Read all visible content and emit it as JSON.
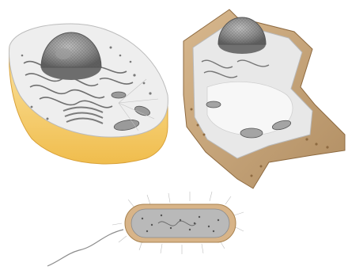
{
  "figure": {
    "panels": [
      {
        "id": "animal-cell",
        "icon": "animal-cell-illustration"
      },
      {
        "id": "plant-cell",
        "icon": "plant-cell-illustration"
      },
      {
        "id": "bacterium",
        "icon": "bacterial-cell-illustration"
      }
    ],
    "colors": {
      "animal_membrane": "#f3c85f",
      "animal_membrane_light": "#fbe4a3",
      "cytoplasm": "#ececec",
      "nucleus": "#8a8a8a",
      "organelle": "#6f6f6f",
      "plant_wall": "#c9a57a",
      "plant_wall_dark": "#a98559",
      "plant_cytoplasm": "#e6e6e6",
      "bacterium_capsule": "#d8b488",
      "bacterium_interior": "#b9b9b9",
      "flagellum": "#8c8c8c"
    }
  }
}
